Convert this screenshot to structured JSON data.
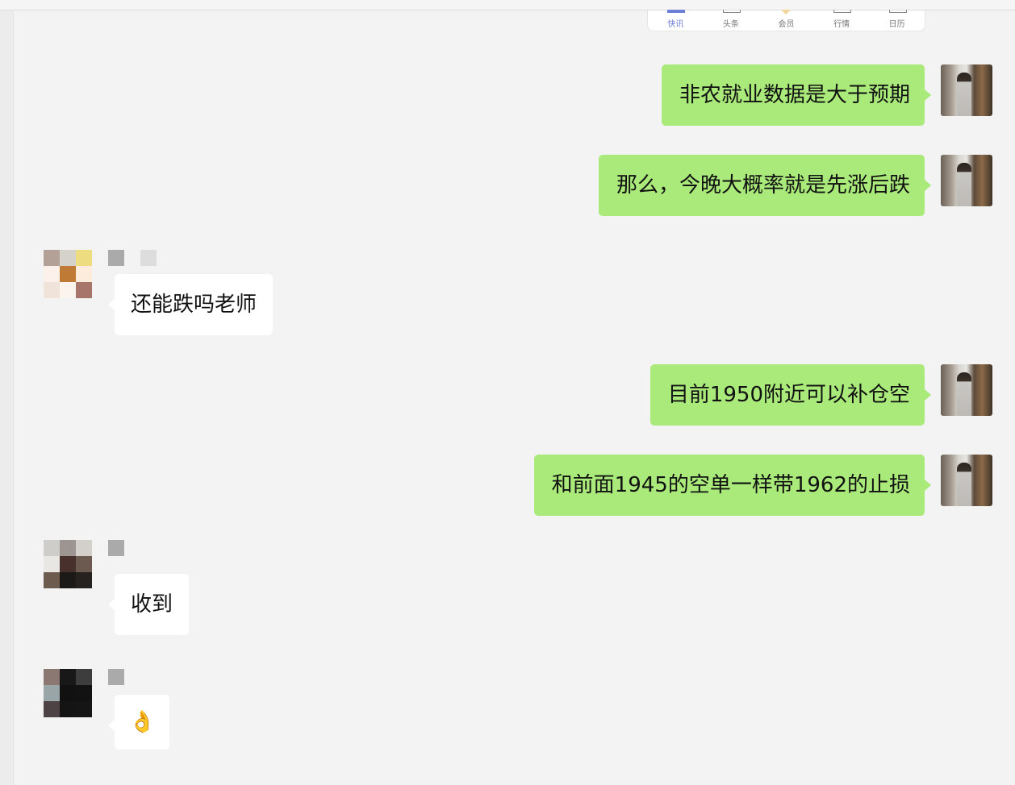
{
  "top_tabs": [
    {
      "label": "快讯",
      "active": true
    },
    {
      "label": "头条"
    },
    {
      "label": "会员"
    },
    {
      "label": "行情"
    },
    {
      "label": "日历"
    }
  ],
  "messages": [
    {
      "sender": "me",
      "text": "非农就业数据是大于预期"
    },
    {
      "sender": "me",
      "text": "那么，今晚大概率就是先涨后跌"
    },
    {
      "sender": "other",
      "text": "还能跌吗老师"
    },
    {
      "sender": "me",
      "text": "目前1950附近可以补仓空"
    },
    {
      "sender": "me",
      "text": "和前面1945的空单一样带1962的止损"
    },
    {
      "sender": "other",
      "text": "收到"
    },
    {
      "sender": "other",
      "text": "👌"
    }
  ],
  "colors": {
    "my_bubble": "#a9ea7a",
    "other_bubble": "#ffffff",
    "background": "#f3f3f3",
    "active_tab": "#6f7fd8"
  }
}
